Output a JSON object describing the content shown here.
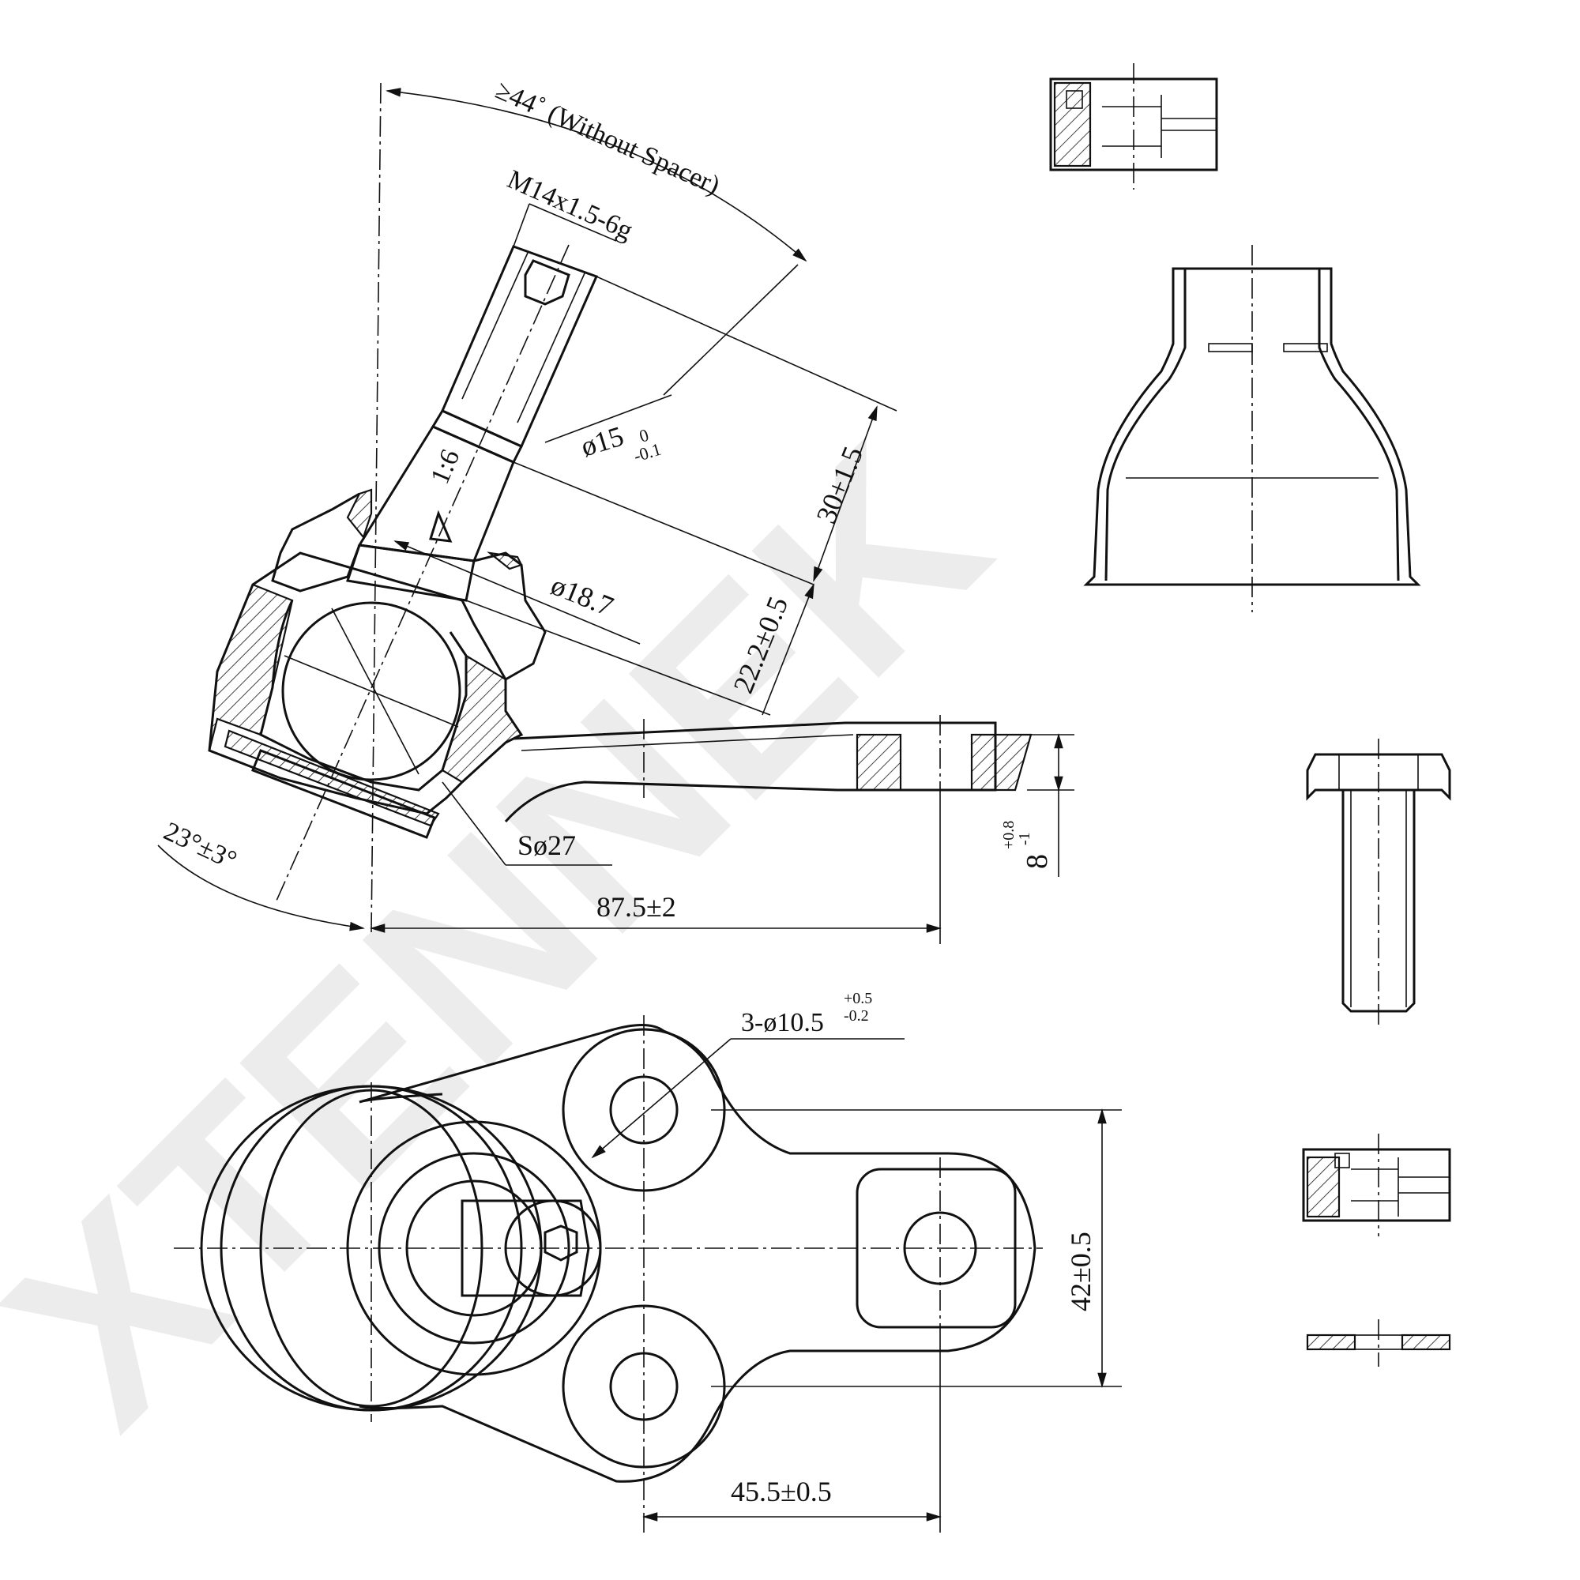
{
  "watermark": "XTENNEK",
  "colors": {
    "ink": "#111111",
    "watermark": "#ececec",
    "background": "#ffffff"
  },
  "dimensions": {
    "angle_max": "≥44˚ (Without Spacer)",
    "thread": "M14x1.5-6g",
    "stud_diameter": "ø15",
    "stud_diameter_upper_tol": "0",
    "stud_diameter_lower_tol": "-0.1",
    "taper": "1:6",
    "stud_length": "30±1.5",
    "cone_diameter": "ø18.7",
    "cone_height": "22.2±0.5",
    "ball_diameter": "Sø27",
    "tilt_angle": "23°±3°",
    "overall_length": "87.5±2",
    "flange_thickness": "8",
    "flange_thickness_upper_tol": "+0.8",
    "flange_thickness_lower_tol": "-1",
    "holes": "3-ø10.5",
    "holes_upper_tol": "+0.5",
    "holes_lower_tol": "-0.2",
    "hole_spacing_vertical": "42±0.5",
    "hole_spacing_horizontal": "45.5±0.5"
  },
  "parts": [
    "castle-nut",
    "dust-boot",
    "bolt",
    "lock-nut",
    "washer"
  ]
}
